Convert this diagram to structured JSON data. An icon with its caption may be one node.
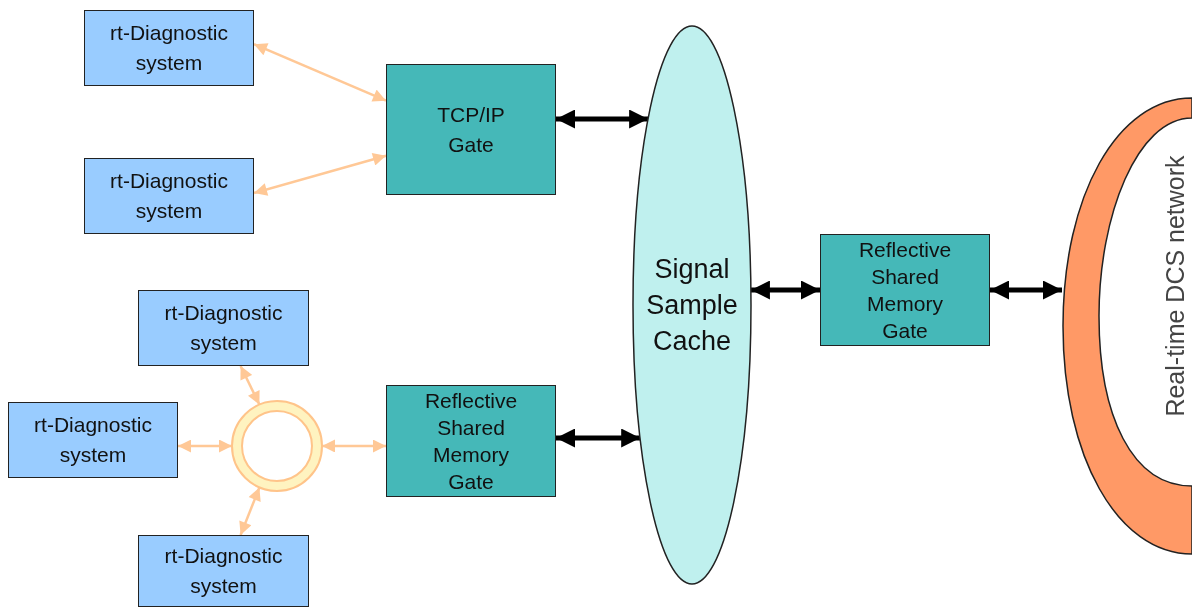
{
  "diagram": {
    "nodes": [
      {
        "text": [
          "rt-Diagnostic system"
        ]
      },
      {
        "text": [
          "rt-Diagnostic system"
        ]
      },
      {
        "text": [
          "TCP/IP Gate"
        ]
      },
      {
        "text": [
          "rt-Diagnostic system"
        ]
      },
      {
        "text": [
          "rt-Diagnostic system"
        ]
      },
      {
        "text": [],
        "shape": "circle"
      },
      {
        "text": [
          "rt-Diagnostic system"
        ]
      },
      {
        "text": [
          "Reflective Shared Memory Gate"
        ]
      },
      {
        "text": [
          "Signal Sample Cache"
        ]
      },
      {
        "text": [
          "Reflective Shared Memory Gate"
        ]
      },
      {
        "text": [
          "Real-time DCS network"
        ]
      }
    ],
    "edges": [
      {
        "from": 0,
        "to": 2,
        "arrow": "both"
      },
      {
        "from": 1,
        "to": 2,
        "arrow": "both"
      },
      {
        "from": 3,
        "to": 5,
        "arrow": "both"
      },
      {
        "from": 4,
        "to": 5,
        "arrow": "both"
      },
      {
        "from": 6,
        "to": 5,
        "arrow": "both"
      },
      {
        "from": 5,
        "to": 7,
        "arrow": "both"
      },
      {
        "from": 2,
        "to": 8,
        "arrow": "both",
        "style": "thick",
        "color": "#000000"
      },
      {
        "from": 7,
        "to": 8,
        "arrow": "both",
        "style": "thick",
        "color": "#000000"
      },
      {
        "from": 8,
        "to": 9,
        "arrow": "both",
        "style": "thick",
        "color": "#000000"
      },
      {
        "from": 9,
        "to": 10,
        "arrow": "both",
        "style": "thick",
        "color": "#000000"
      }
    ]
  }
}
